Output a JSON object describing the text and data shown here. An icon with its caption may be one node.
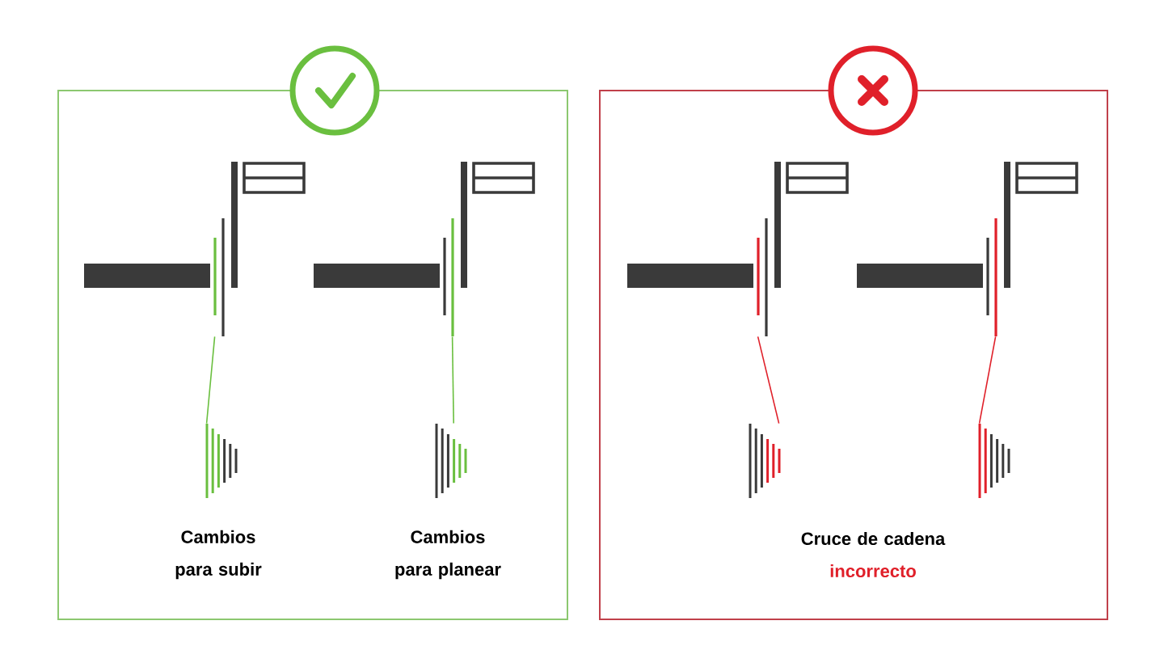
{
  "diagram": {
    "nodes": [
      {
        "text": [],
        "shape": "box"
      },
      {
        "text": [],
        "shape": "picture",
        "in": 0
      },
      {
        "text": [],
        "shape": "picture",
        "in": 0
      },
      {
        "text": [],
        "shape": "picture",
        "in": 0
      },
      {
        "text": [],
        "shape": "picture",
        "in": 0
      },
      {
        "text": [],
        "shape": "box"
      },
      {
        "text": [],
        "shape": "picture",
        "in": 5
      },
      {
        "text": [],
        "shape": "picture",
        "in": 5
      },
      {
        "text": [],
        "shape": "picture",
        "in": 5
      },
      {
        "text": [],
        "shape": "picture",
        "in": 5
      }
    ],
    "edges": [
      {
        "from": 1,
        "to": 2,
        "arrow": "none",
        "color": "#6abf3f"
      },
      {
        "from": 3,
        "to": 4,
        "arrow": "none",
        "color": "#6abf3f"
      },
      {
        "from": 6,
        "to": 7,
        "arrow": "none",
        "color": "#e0202a"
      },
      {
        "from": 8,
        "to": 9,
        "arrow": "none",
        "color": "#e0202a"
      }
    ],
    "labels": [
      "Cambios para subir",
      "Cambios para planear",
      "Cruce de cadena",
      "incorrecto"
    ]
  }
}
